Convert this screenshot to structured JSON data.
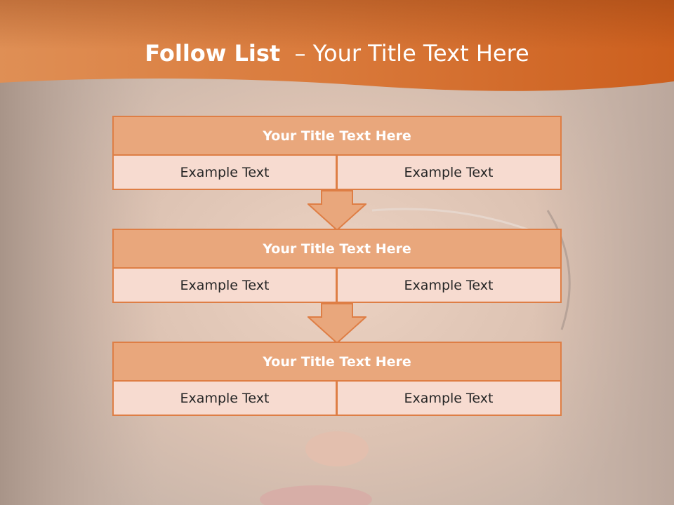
{
  "header": {
    "title_bold": "Follow List",
    "title_rest": "  – Your Title Text Here"
  },
  "flow": [
    {
      "title": "Your Title Text Here",
      "left": "Example Text",
      "right": "Example Text"
    },
    {
      "title": "Your Title Text Here",
      "left": "Example Text",
      "right": "Example Text"
    },
    {
      "title": "Your Title Text Here",
      "left": "Example Text",
      "right": "Example Text"
    }
  ],
  "colors": {
    "accent": "#de7e45",
    "header_fill": "#e9a77c",
    "cell_fill": "#f7dbd0",
    "arrow_fill": "#e9a77c"
  }
}
